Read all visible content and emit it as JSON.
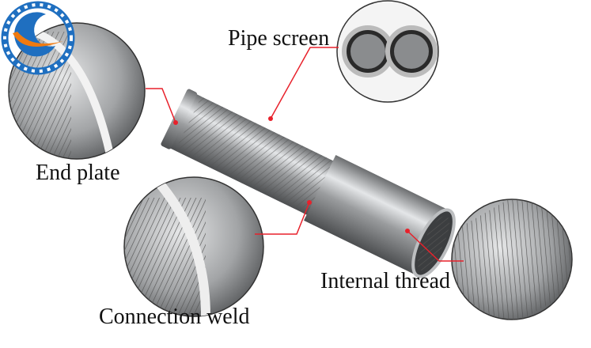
{
  "labels": {
    "end_plate": "End plate",
    "pipe_screen": "Pipe screen",
    "connection_weld": "Connection weld",
    "internal_thread": "Internal thread"
  },
  "colors": {
    "callout": "#e8212b",
    "logo_blue": "#1f6fc0",
    "logo_orange": "#f07a10"
  }
}
